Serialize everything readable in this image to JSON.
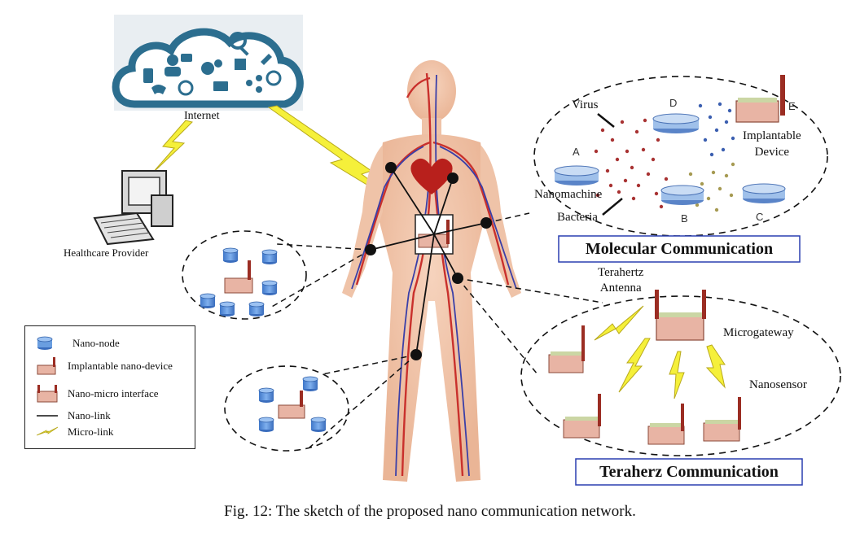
{
  "labels": {
    "internet": "Internet",
    "healthcare_provider": "Healthcare Provider",
    "virus": "Virus",
    "nanomachine": "Nanomachine",
    "bacteria": "Bacteria",
    "implantable_device": "Implantable\nDevice",
    "letter_a": "A",
    "letter_b": "B",
    "letter_c": "C",
    "letter_d": "D",
    "letter_e": "E",
    "terahertz_antenna": "Terahertz\nAntenna",
    "microgateway": "Microgateway",
    "nanosensor": "Nanosensor"
  },
  "titles": {
    "molecular": "Molecular Communication",
    "terahertz": "Teraherz Communication"
  },
  "legend": {
    "nano_node": "Nano-node",
    "implantable_nano_device": "Implantable nano-device",
    "nano_micro_interface": "Nano-micro interface",
    "nano_link": "Nano-link",
    "micro_link": "Micro-link"
  },
  "caption": "Fig. 12: The sketch of the proposed nano communication network.",
  "colors": {
    "cloud": "#2c6e8f",
    "lightning": "#f5f03a",
    "node_blue": "#5b8fd9",
    "device": "#e8b4a4",
    "antenna": "#9b2d23",
    "title_border": "#2a3fb0",
    "artery": "#c9302c",
    "vein": "#3a3fa8"
  }
}
